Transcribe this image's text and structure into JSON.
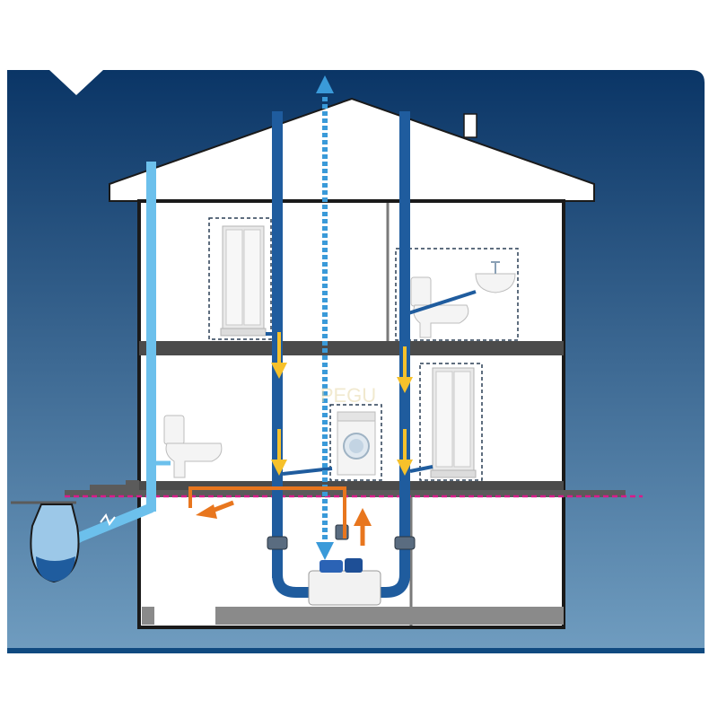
{
  "diagram": {
    "description_visible_text": "",
    "watermark_text": "PEGU",
    "colors": {
      "panel_gradient_top": "#0a3566",
      "panel_gradient_bottom": "#6f9cbf",
      "panel_bottom_bar": "#0f4a80",
      "house_fill": "#ffffff",
      "house_outline": "#1a1a1a",
      "floor_slab": "#4b4b4b",
      "drain_pipe_dark": "#1f5c9e",
      "drain_pipe_light": "#6cc0ec",
      "vent_pipe_dashed": "#3a9ad9",
      "flow_arrow_down": "#f6c12b",
      "pumped_flow_orange": "#e8761e",
      "ground_level_line": "#d81b8a",
      "fixture_box_dashed": "#2a3f55"
    },
    "rooms": [
      {
        "name": "shower-upper-left",
        "fixture": "shower-cabin"
      },
      {
        "name": "bathroom-upper-right",
        "fixture": "toilet-and-washbasin"
      },
      {
        "name": "toilet-middle-left",
        "fixture": "toilet"
      },
      {
        "name": "laundry-middle",
        "fixture": "washing-machine"
      },
      {
        "name": "shower-middle-right",
        "fixture": "shower-cabin"
      },
      {
        "name": "basement",
        "fixture": "lifting-station-pump"
      }
    ],
    "icons": [
      "shower-icon",
      "toilet-icon",
      "washbasin-icon",
      "washing-machine-icon",
      "pump-unit-icon",
      "septic-tank-icon",
      "valve-icon"
    ]
  }
}
